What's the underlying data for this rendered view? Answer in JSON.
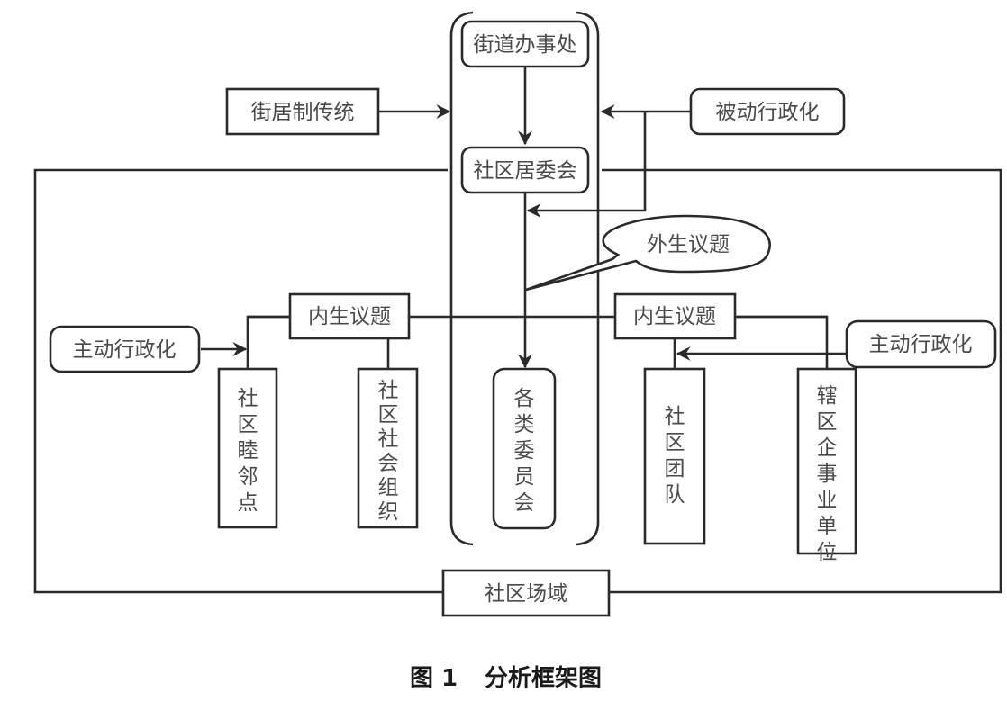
{
  "diagram": {
    "nodes": {
      "street_office": "街道办事处",
      "residents_committee": "社区居委会",
      "street_resident_tradition": "街居制传统",
      "passive_administration": "被动行政化",
      "exogenous_issue": "外生议题",
      "endogenous_issue_left": "内生议题",
      "endogenous_issue_right": "内生议题",
      "active_administration_left": "主动行政化",
      "active_administration_right": "主动行政化",
      "neighborhood_point": "社区睦邻点",
      "social_organization": "社区社会组织",
      "committees": "各类委员会",
      "community_team": "社区团队",
      "enterprises_institutions": "辖区企事业单位",
      "community_field": "社区场域"
    },
    "caption": {
      "number": "图 1",
      "title": "分析框架图"
    }
  }
}
